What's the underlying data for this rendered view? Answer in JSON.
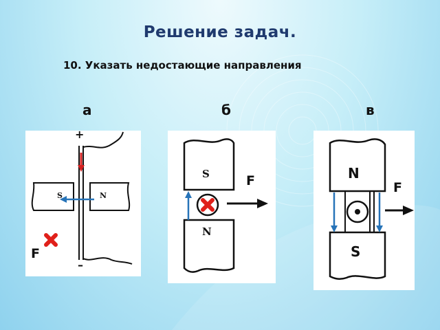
{
  "title": "Решение задач.",
  "subtitle": "10. Указать недостающие направления",
  "columns": [
    "а",
    "б",
    "в"
  ],
  "panel_a": {
    "plus": "+",
    "minus": "–",
    "south": "S",
    "north": "N",
    "force": "F"
  },
  "panel_b": {
    "south": "S",
    "north": "N",
    "force": "F"
  },
  "panel_c": {
    "north": "N",
    "south": "S",
    "force": "F"
  },
  "colors": {
    "title": "#1f3a6e",
    "arrow": "#2673b8",
    "cross": "#e0201a",
    "current_arrow": "#d42020"
  }
}
